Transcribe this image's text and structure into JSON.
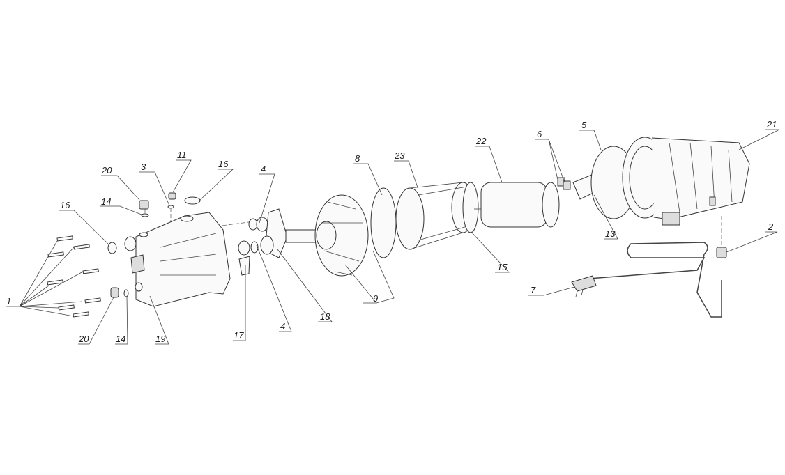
{
  "title": "Pump exploded view",
  "labels": {
    "p1": "1",
    "p2": "2",
    "p3": "3",
    "p4a": "4",
    "p4b": "4",
    "p5": "5",
    "p6": "6",
    "p7": "7",
    "p8": "8",
    "p9": "9",
    "p11": "11",
    "p13": "13",
    "p14a": "14",
    "p14b": "14",
    "p15": "15",
    "p16a": "16",
    "p16b": "16",
    "p17": "17",
    "p18": "18",
    "p19": "19",
    "p20a": "20",
    "p20b": "20",
    "p21": "21",
    "p22": "22",
    "p23": "23"
  }
}
